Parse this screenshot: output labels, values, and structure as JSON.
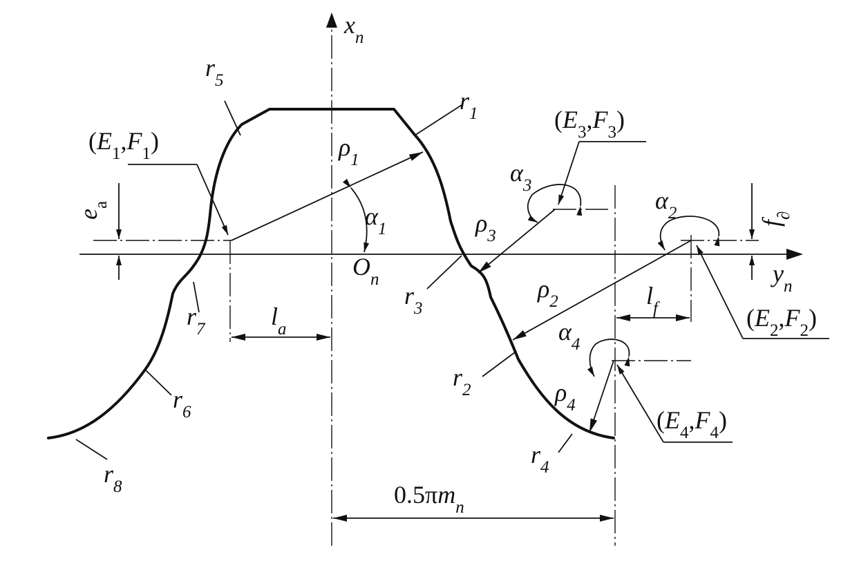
{
  "axes": {
    "x": {
      "main": "x",
      "sub": "n"
    },
    "y": {
      "main": "y",
      "sub": "n"
    },
    "origin": {
      "main": "O",
      "sub": "n"
    }
  },
  "labels": {
    "r1": {
      "main": "r",
      "sub": "1"
    },
    "r2": {
      "main": "r",
      "sub": "2"
    },
    "r3": {
      "main": "r",
      "sub": "3"
    },
    "r4": {
      "main": "r",
      "sub": "4"
    },
    "r5": {
      "main": "r",
      "sub": "5"
    },
    "r6": {
      "main": "r",
      "sub": "6"
    },
    "r7": {
      "main": "r",
      "sub": "7"
    },
    "r8": {
      "main": "r",
      "sub": "8"
    },
    "rho1": {
      "main": "ρ",
      "sub": "1"
    },
    "rho2": {
      "main": "ρ",
      "sub": "2"
    },
    "rho3": {
      "main": "ρ",
      "sub": "3"
    },
    "rho4": {
      "main": "ρ",
      "sub": "4"
    },
    "alpha1": {
      "main": "α",
      "sub": "1"
    },
    "alpha2": {
      "main": "α",
      "sub": "2"
    },
    "alpha3": {
      "main": "α",
      "sub": "3"
    },
    "alpha4": {
      "main": "α",
      "sub": "4"
    },
    "la": {
      "main": "l",
      "sub": "a"
    },
    "lf": {
      "main": "l",
      "sub": "f"
    },
    "ea": {
      "main": "e",
      "sub": "a"
    },
    "fd": {
      "main": "f",
      "sub": "∂"
    }
  },
  "centers": {
    "EF1": {
      "open": "(",
      "e": "E",
      "es": "1",
      "sep": ",",
      "f": "F",
      "fs": "1",
      "close": ")"
    },
    "EF2": {
      "open": "(",
      "e": "E",
      "es": "2",
      "sep": ",",
      "f": "F",
      "fs": "2",
      "close": ")"
    },
    "EF3": {
      "open": "(",
      "e": "E",
      "es": "3",
      "sep": ",",
      "f": "F",
      "fs": "3",
      "close": ")"
    },
    "EF4": {
      "open": "(",
      "e": "E",
      "es": "4",
      "sep": ",",
      "f": "F",
      "fs": "4",
      "close": ")"
    }
  },
  "dimension": {
    "coef": "0.5π",
    "m": "m",
    "sub": "n"
  }
}
